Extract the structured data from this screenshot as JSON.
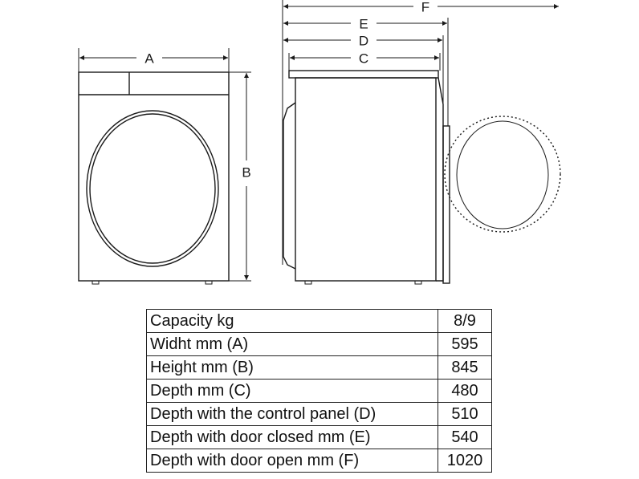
{
  "diagram": {
    "labels": {
      "A": "A",
      "B": "B",
      "C": "C",
      "D": "D",
      "E": "E",
      "F": "F"
    }
  },
  "specs": [
    {
      "label": "Capacity kg",
      "value": "8/9"
    },
    {
      "label": "Widht mm (A)",
      "value": "595"
    },
    {
      "label": "Height mm (B)",
      "value": "845"
    },
    {
      "label": "Depth mm (C)",
      "value": "480"
    },
    {
      "label": "Depth with the control panel (D)",
      "value": "510"
    },
    {
      "label": "Depth with door closed mm (E)",
      "value": "540"
    },
    {
      "label": "Depth with door open mm (F)",
      "value": "1020"
    }
  ]
}
